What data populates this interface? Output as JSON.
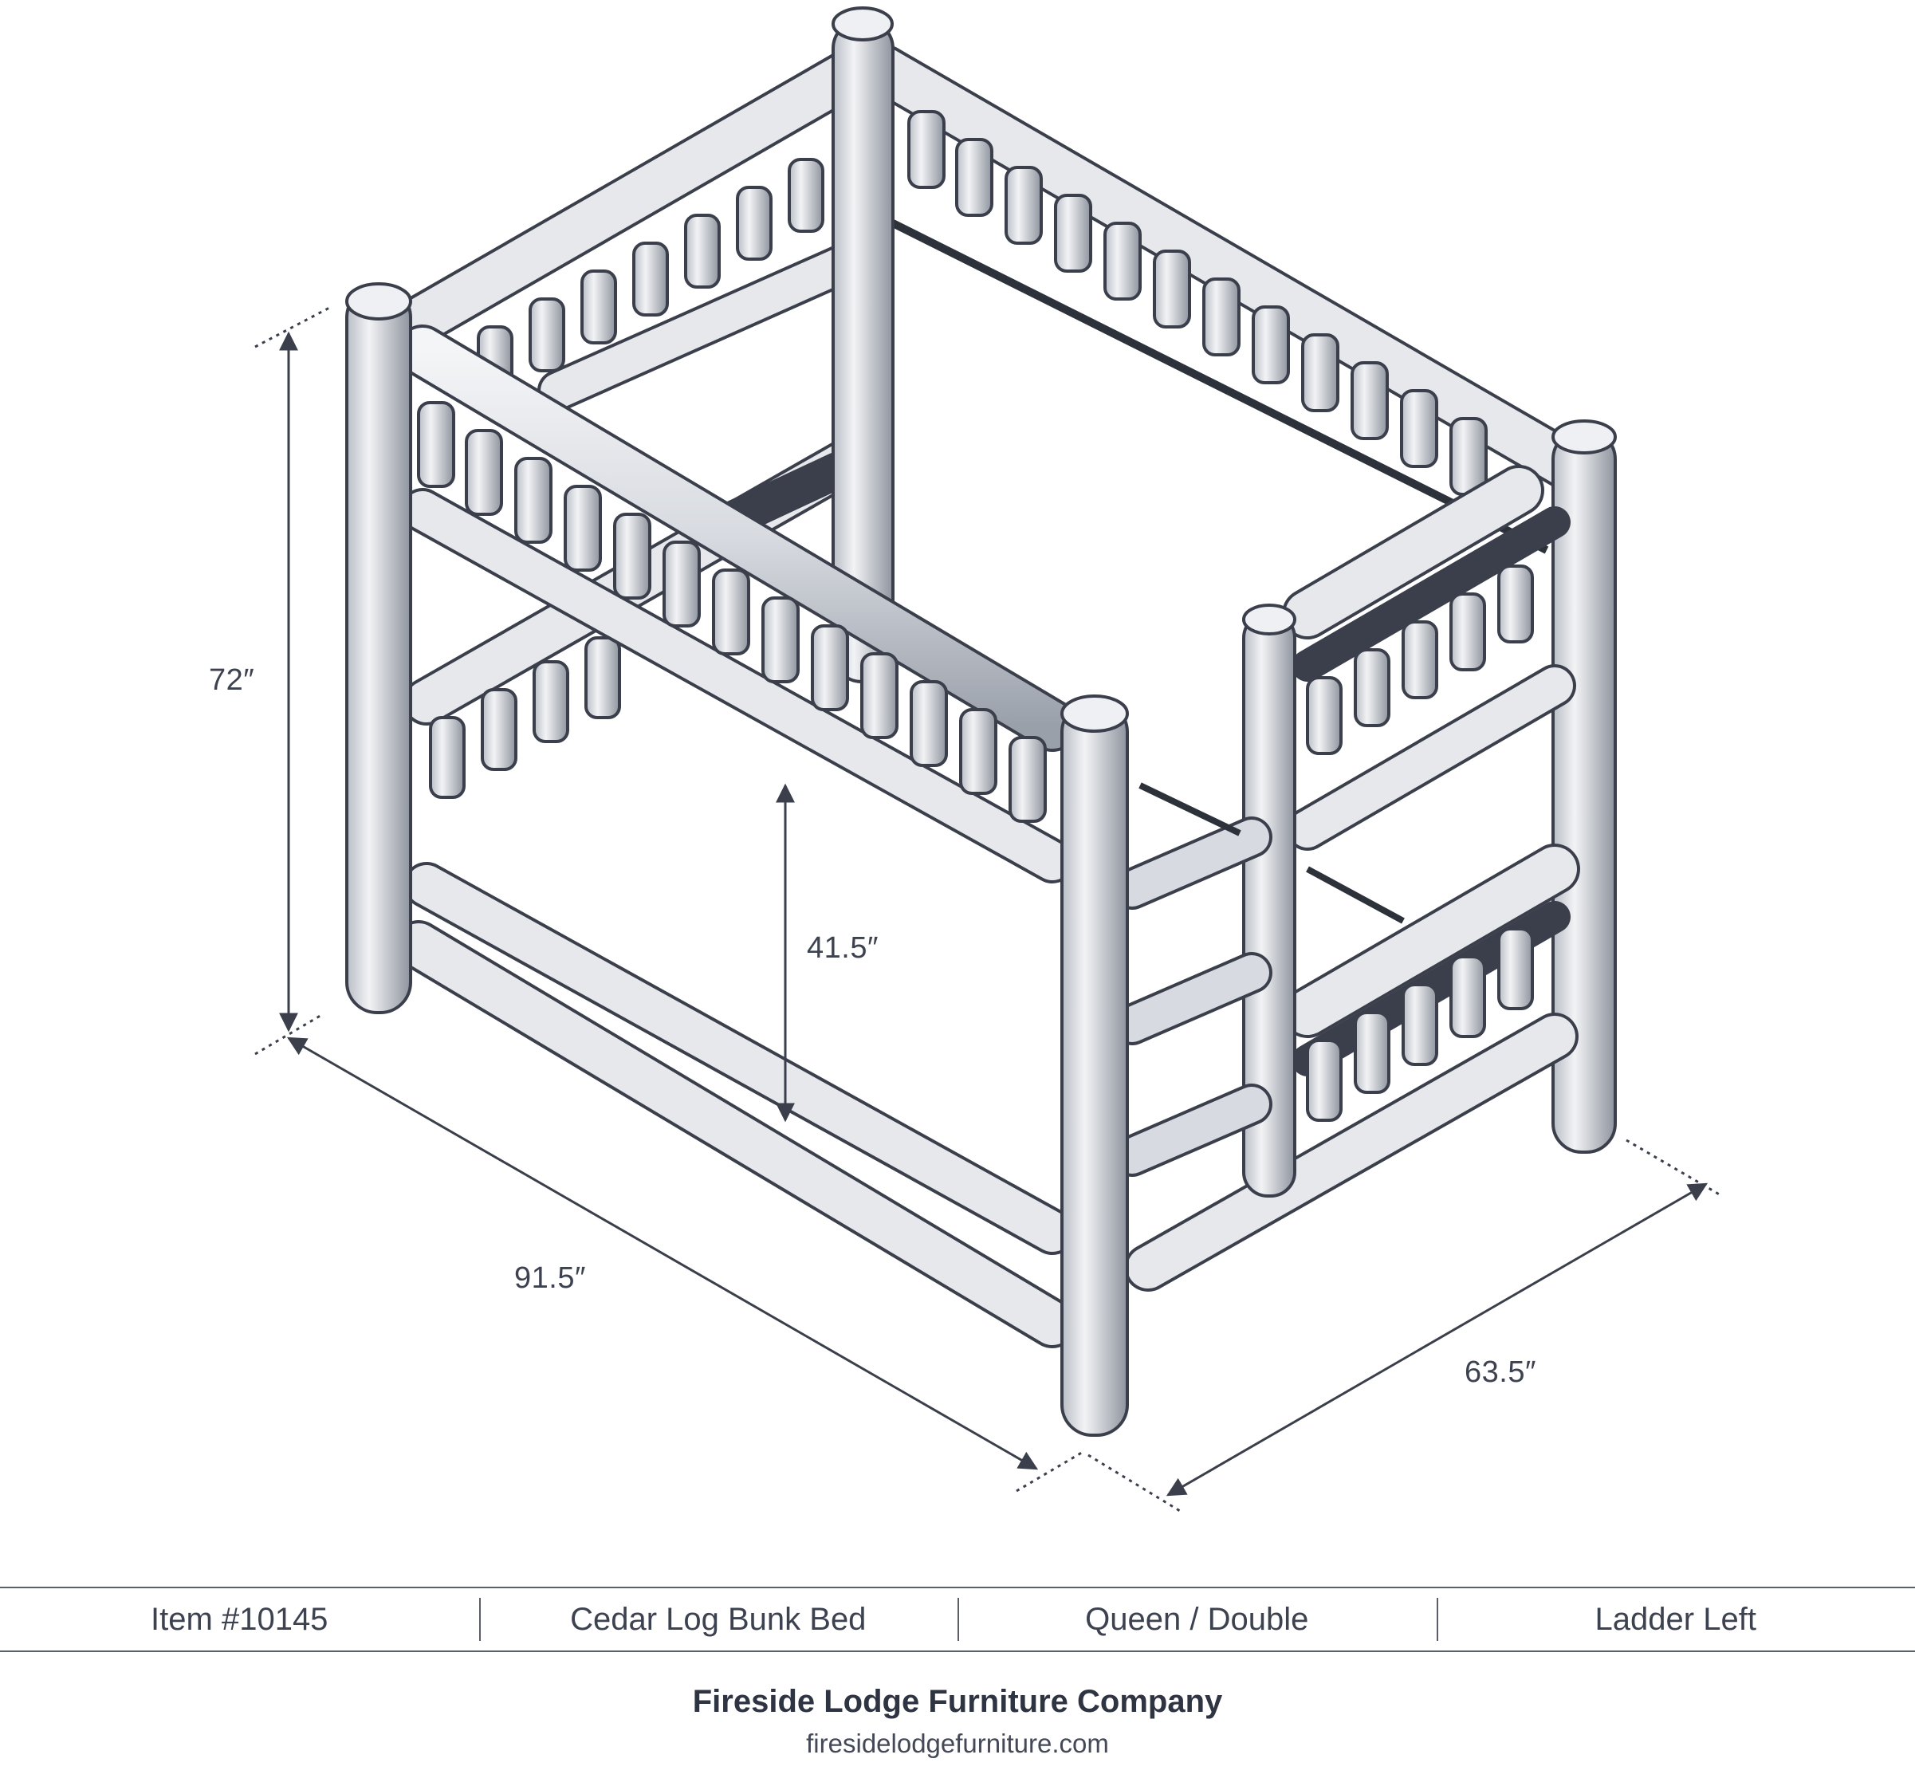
{
  "drawing": {
    "icon": "log-bunk-bed-illustration",
    "line_color": "#3a3f4b",
    "dimensions": {
      "height": "72″",
      "lower_clearance": "41.5″",
      "length": "91.5″",
      "width": "63.5″"
    }
  },
  "specs": [
    "Item #10145",
    "Cedar Log Bunk Bed",
    "Queen / Double",
    "Ladder Left"
  ],
  "company": {
    "name": "Fireside Lodge Furniture Company",
    "url": "firesidelodgefurniture.com"
  }
}
